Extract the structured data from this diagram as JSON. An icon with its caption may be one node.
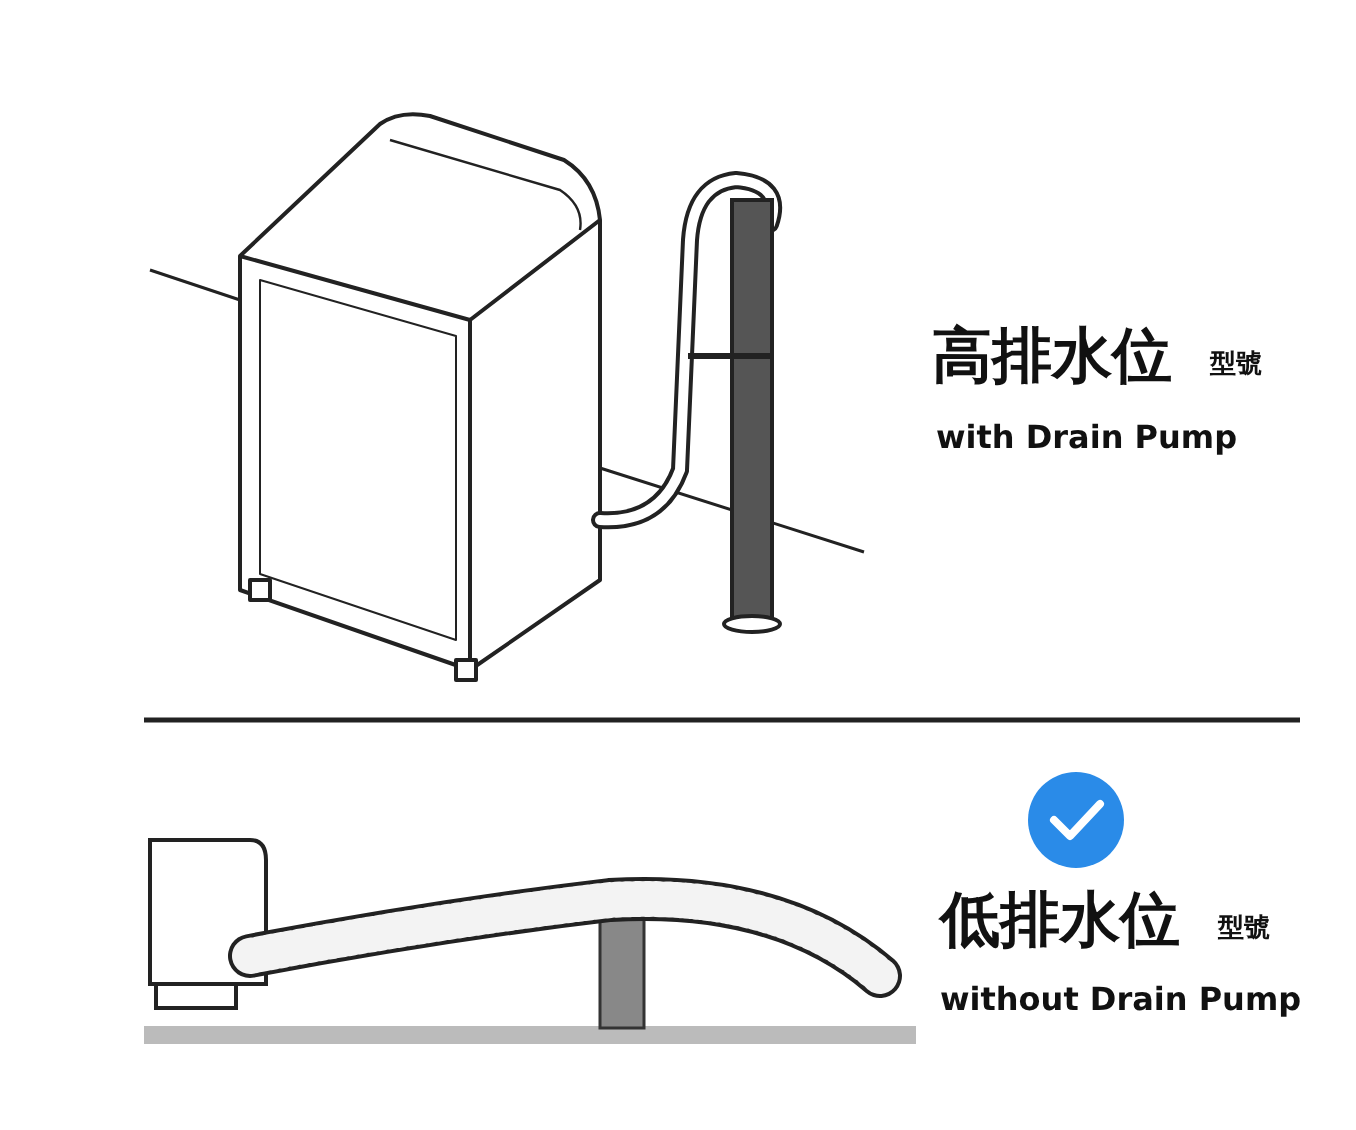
{
  "diagram": {
    "labels": [
      "高排水位",
      "型號",
      "with Drain Pump",
      "低排水位",
      "型號",
      "without Drain Pump"
    ]
  }
}
